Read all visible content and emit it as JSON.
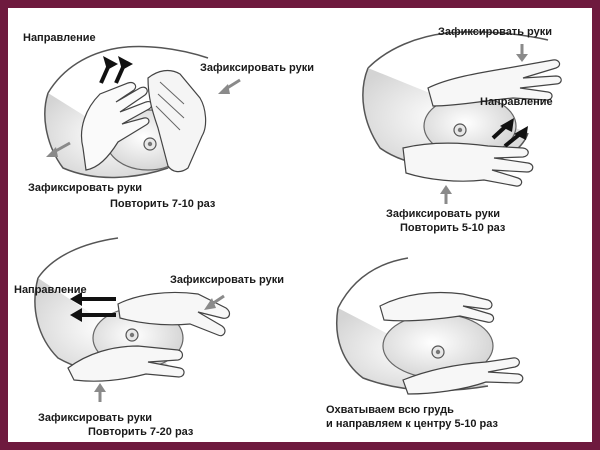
{
  "panels": [
    {
      "direction_label": "Направление",
      "fix_label_right": "Зафиксировать руки",
      "fix_label_bottom": "Зафиксировать руки",
      "repeat": "Повторить 7-10 раз"
    },
    {
      "fix_label_top": "Зафиксировать руки",
      "direction_label": "Направление",
      "fix_label_bottom": "Зафиксировать руки",
      "repeat": "Повторить 5-10 раз"
    },
    {
      "direction_label": "Направление",
      "fix_label_right": "Зафиксировать руки",
      "fix_label_bottom": "Зафиксировать руки",
      "repeat": "Повторить 7-20 раз"
    },
    {
      "caption_line1": "Охватываем всю грудь",
      "caption_line2": "и направляем к центру 5-10 раз"
    }
  ],
  "colors": {
    "frame": "#6e1a3e",
    "line": "#555555",
    "fill_gray": "#d9d9d9",
    "arrow_black": "#111111",
    "arrow_gray": "#8a8a8a"
  },
  "icons": {
    "direction_arrow": "black-arrow-icon",
    "fix_arrow": "gray-arrow-icon"
  }
}
